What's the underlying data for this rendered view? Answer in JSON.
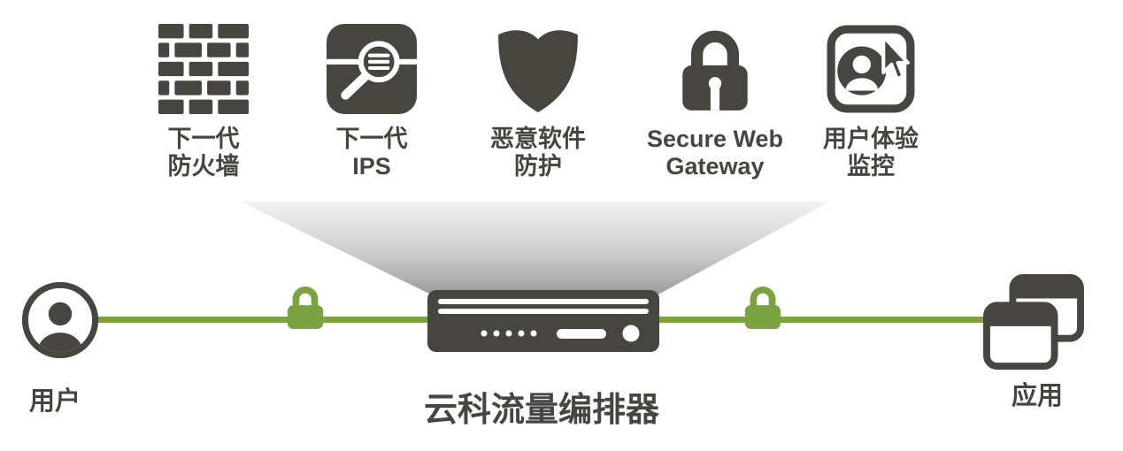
{
  "colors": {
    "dark": "#474540",
    "green": "#7ba342"
  },
  "services": [
    {
      "icon": "firewall-icon",
      "line1": "下一代",
      "line2": "防火墙"
    },
    {
      "icon": "ips-magnifier-icon",
      "line1": "下一代",
      "line2": "IPS"
    },
    {
      "icon": "shield-icon",
      "line1": "恶意软件",
      "line2": "防护"
    },
    {
      "icon": "lock-icon",
      "line1": "Secure Web",
      "line2": "Gateway"
    },
    {
      "icon": "user-monitor-icon",
      "line1": "用户体验",
      "line2": "监控"
    }
  ],
  "nodes": {
    "user": {
      "label": "用户"
    },
    "orchestrator": {
      "label": "云科流量编排器"
    },
    "apps": {
      "label": "应用"
    }
  }
}
